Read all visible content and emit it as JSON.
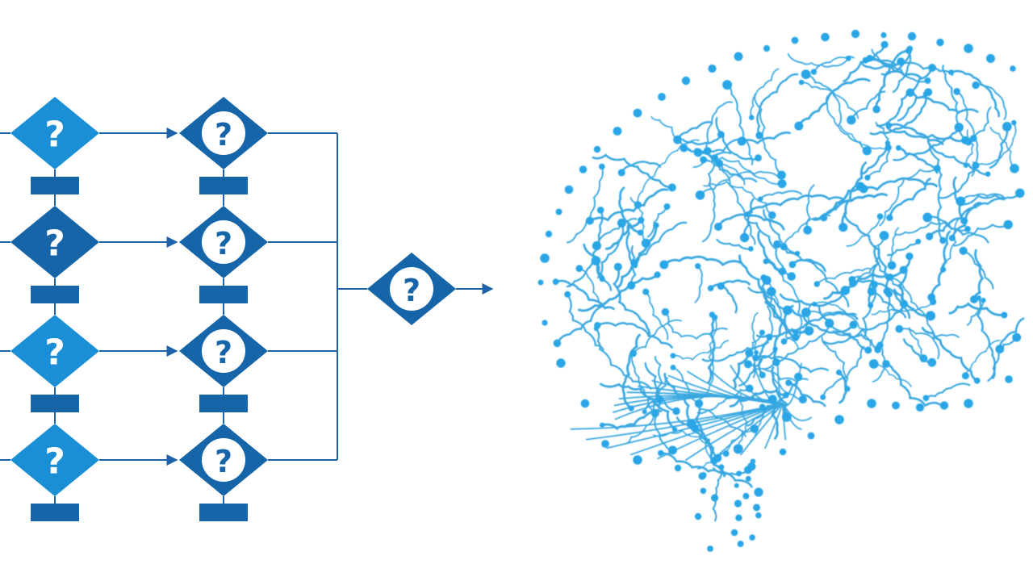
{
  "colors": {
    "background": "#ffffff",
    "diamond_light": "#1a8fd6",
    "diamond_dark": "#1565a8",
    "connector": "#1e63a8",
    "brain_dot": "#2aa6e6",
    "brain_line": "#3aa8e0"
  },
  "flowchart": {
    "rows": [
      {
        "left_decision": {
          "symbol": "?",
          "style": "light"
        },
        "right_decision": {
          "symbol": "?",
          "style": "dark-circle"
        }
      },
      {
        "left_decision": {
          "symbol": "?",
          "style": "dark"
        },
        "right_decision": {
          "symbol": "?",
          "style": "dark-circle"
        }
      },
      {
        "left_decision": {
          "symbol": "?",
          "style": "light"
        },
        "right_decision": {
          "symbol": "?",
          "style": "dark-circle"
        }
      },
      {
        "left_decision": {
          "symbol": "?",
          "style": "light"
        },
        "right_decision": {
          "symbol": "?",
          "style": "dark-circle"
        }
      }
    ],
    "final_decision": {
      "symbol": "?",
      "style": "dark-circle"
    }
  },
  "brain": {
    "icon": "circuit-brain-icon"
  }
}
